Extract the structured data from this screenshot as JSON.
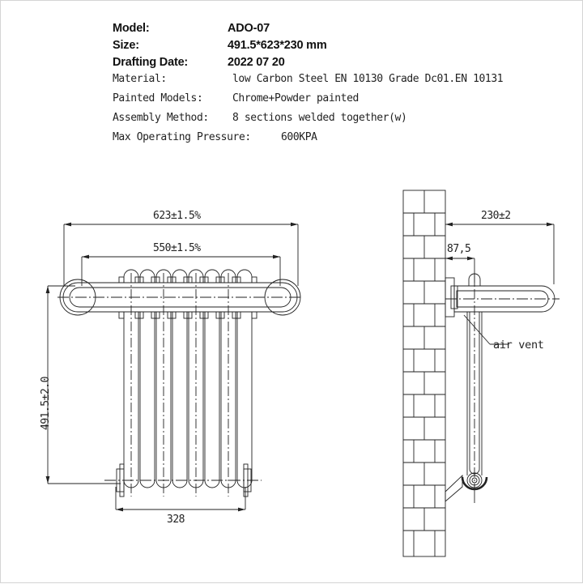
{
  "sheet": {
    "background": "#ffffff",
    "border_color": "#d4d4d4",
    "line_color": "#222222"
  },
  "spec": {
    "rows": [
      {
        "label": "Model:",
        "value": "ADO-07",
        "style": "sans"
      },
      {
        "label": "Size:",
        "value": "491.5*623*230 mm",
        "style": "sans"
      },
      {
        "label": "Drafting Date:",
        "value": "2022 07 20",
        "style": "sans"
      },
      {
        "label": "Material:",
        "value": "low Carbon Steel  EN 10130 Grade Dc01.EN 10131",
        "style": "mono"
      },
      {
        "label": "Painted Models:",
        "value": "Chrome+Powder painted",
        "style": "mono"
      },
      {
        "label": "Assembly Method:",
        "value": "8 sections welded together(w)",
        "style": "mono"
      },
      {
        "label": "Max Operating Pressure:",
        "value": "600KPA",
        "style": "mono"
      }
    ]
  },
  "front_view": {
    "dimensions": {
      "overall_width": "623±1.5%",
      "rail_width": "550±1.5%",
      "overall_height": "491.5±2.0",
      "bottom_width": "328"
    },
    "section_count": 8
  },
  "side_view": {
    "dimensions": {
      "depth": "230±2",
      "bracket_offset": "87,5"
    },
    "annotations": {
      "air_vent": "air vent"
    },
    "wall_label": "brick-wall"
  }
}
